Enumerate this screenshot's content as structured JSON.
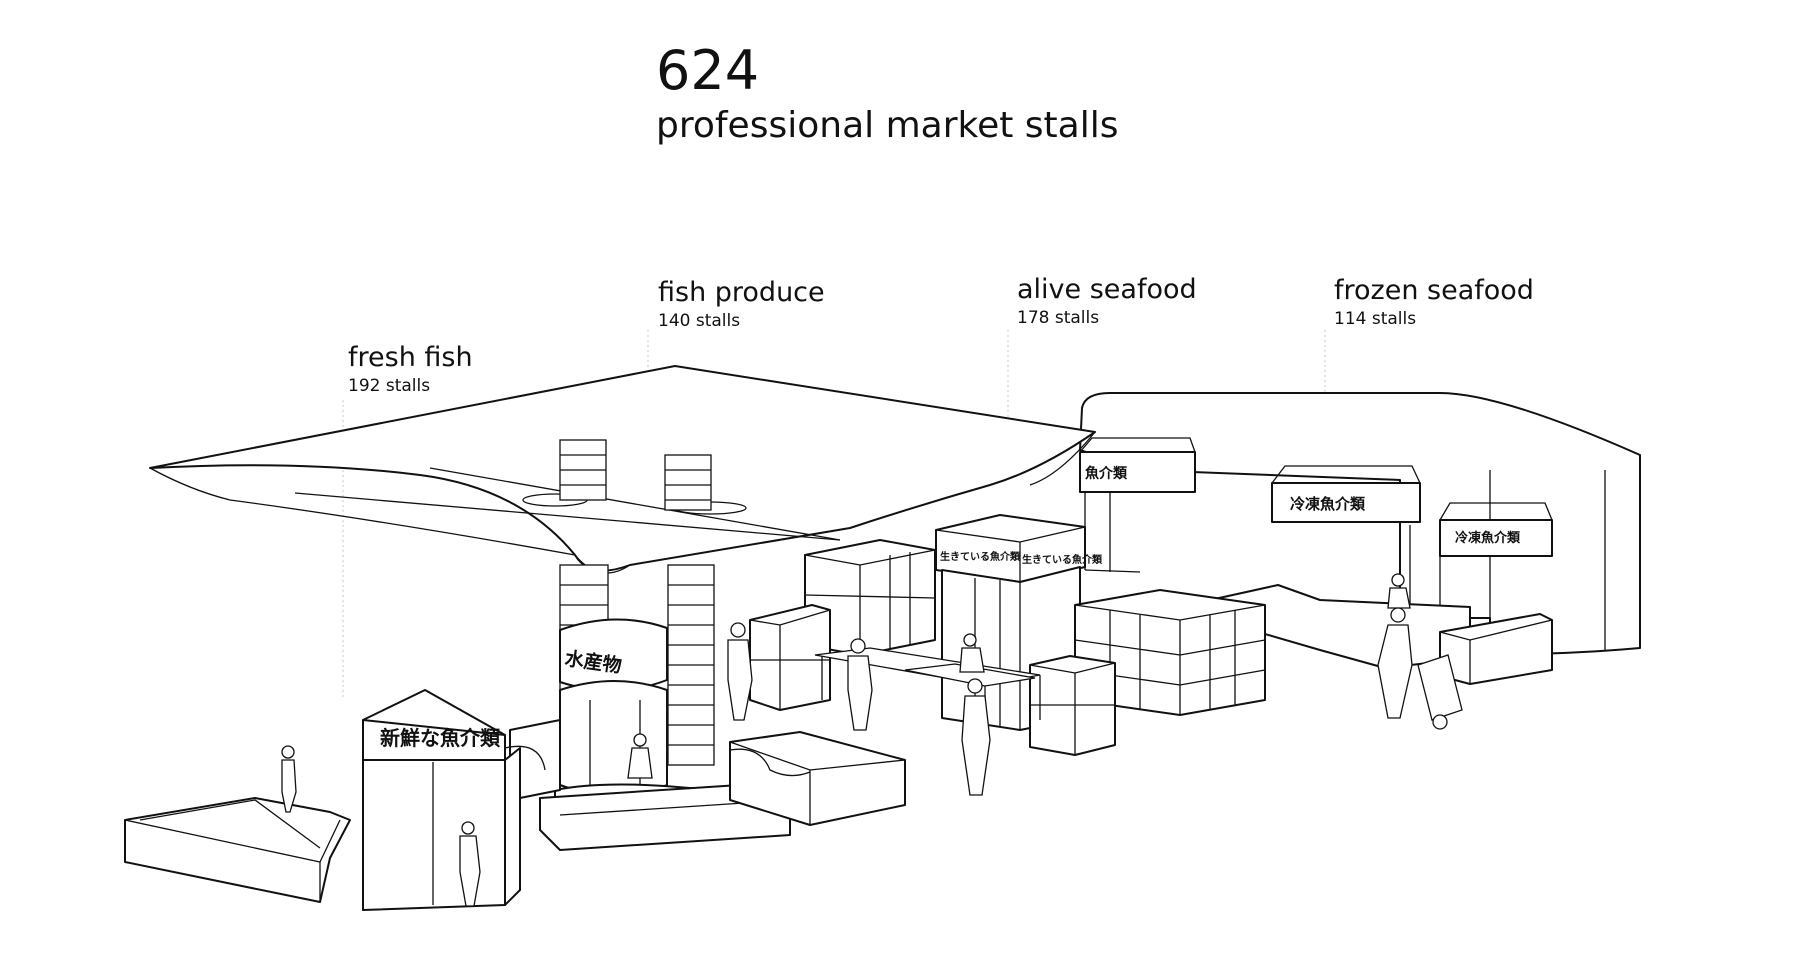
{
  "header": {
    "total_number": "624",
    "total_caption": "professional market stalls"
  },
  "sections": [
    {
      "name": "fresh fish",
      "count": "192 stalls"
    },
    {
      "name": "fish produce",
      "count": "140 stalls"
    },
    {
      "name": "alive seafood",
      "count": "178 stalls"
    },
    {
      "name": "frozen seafood",
      "count": "114 stalls"
    }
  ],
  "signs": {
    "fresh": "新鮮な魚介類",
    "produce": "水産物",
    "alive": "生きている魚介類",
    "frozen": "冷凍魚介類",
    "partial": "魚介類"
  },
  "colors": {
    "line": "#111111",
    "background": "#ffffff"
  }
}
